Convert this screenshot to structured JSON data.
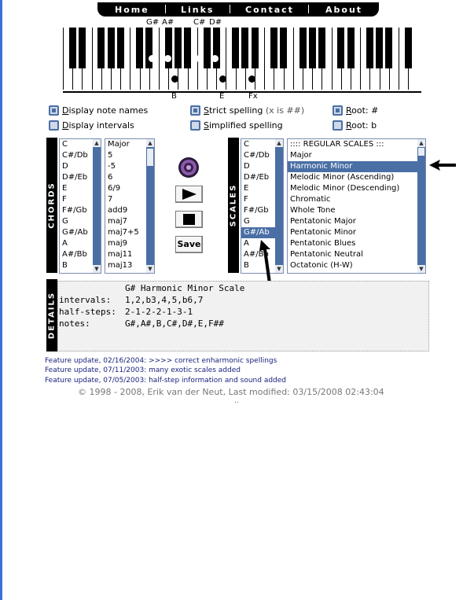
{
  "nav": [
    "Home",
    "Links",
    "Contact",
    "About"
  ],
  "keyboard": {
    "top_labels": [
      "G#",
      "A#",
      "C#",
      "D#"
    ],
    "bottom_labels": [
      "B",
      "E",
      "Fx"
    ],
    "extra_mark": ".."
  },
  "options": {
    "display_note_names": {
      "accel": "D",
      "rest": "isplay note names"
    },
    "display_intervals": {
      "accel": "D",
      "rest": "isplay intervals"
    },
    "strict_spelling": {
      "accel": "S",
      "rest": "trict spelling ",
      "hint": "(x is ##)"
    },
    "simplified_spelling": {
      "accel": "S",
      "rest": "implified spelling"
    },
    "root_sharp": {
      "accel": "R",
      "rest": "oot: #"
    },
    "root_flat": {
      "accel": "R",
      "rest": "oot: b"
    }
  },
  "chords": {
    "label": "CHORDS",
    "roots": [
      "C",
      "C#/Db",
      "D",
      "D#/Eb",
      "E",
      "F",
      "F#/Gb",
      "G",
      "G#/Ab",
      "A",
      "A#/Bb",
      "B"
    ],
    "types": [
      "Major",
      "5",
      "-5",
      "6",
      "6/9",
      "7",
      "add9",
      "maj7",
      "maj7+5",
      "maj9",
      "maj11",
      "maj13"
    ]
  },
  "controls": {
    "save_label": "Save"
  },
  "scales": {
    "label": "SCALES",
    "roots": [
      "C",
      "C#/Db",
      "D",
      "D#/Eb",
      "E",
      "F",
      "F#/Gb",
      "G",
      "G#/Ab",
      "A",
      "A#/Bb",
      "B"
    ],
    "selected_root": "G#/Ab",
    "types": [
      ":::: REGULAR SCALES :::",
      "Major",
      "Harmonic Minor",
      "Melodic Minor (Ascending)",
      "Melodic Minor (Descending)",
      "Chromatic",
      "Whole Tone",
      "Pentatonic Major",
      "Pentatonic Minor",
      "Pentatonic Blues",
      "Pentatonic Neutral",
      "Octatonic (H-W)"
    ],
    "selected_type": "Harmonic Minor"
  },
  "details": {
    "label": "DETAILS",
    "title": "G# Harmonic Minor Scale",
    "intervals_label": "intervals:",
    "intervals": "1,2,b3,4,5,b6,7",
    "halfsteps_label": "half-steps:",
    "halfsteps": "2-1-2-2-1-3-1",
    "notes_label": "notes:",
    "notes": "G#,A#,B,C#,D#,E,F##"
  },
  "features": [
    "Feature update, 02/16/2004: >>>> correct enharmonic spellings",
    "Feature update, 07/11/2003: many exotic scales added",
    "Feature update, 07/05/2003: half-step information and sound added"
  ],
  "copyright": "© 1998 - 2008, Erik van der Neut, Last modified: 03/15/2008 02:43:04"
}
